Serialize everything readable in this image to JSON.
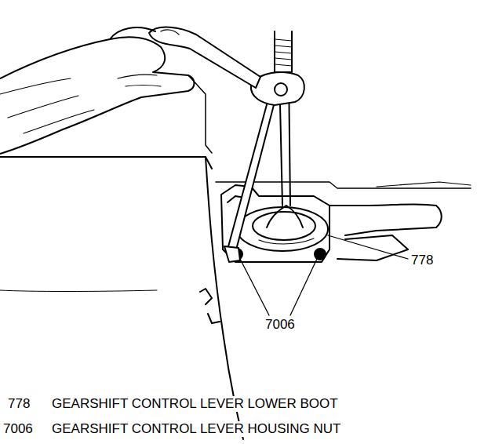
{
  "diagram": {
    "labels": [
      "778",
      "7006",
      "778",
      "GEARSHIFT CONTROL LEVER LOWER BOOT",
      "7006",
      "GEARSHIFT CONTROL LEVER HOUSING NUT"
    ]
  }
}
